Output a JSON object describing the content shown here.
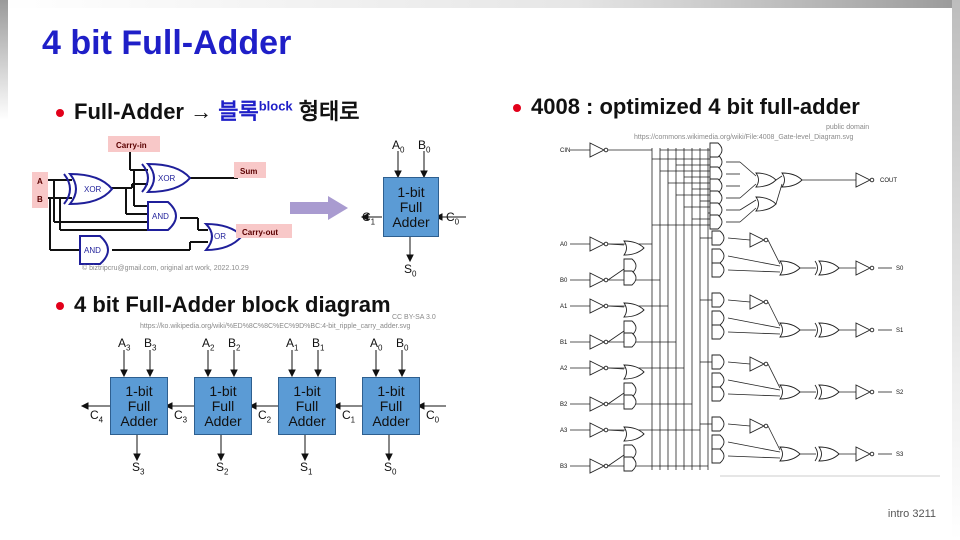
{
  "title": "4 bit Full-Adder",
  "bullet1": {
    "text": "Full-Adder → ",
    "korean1": "블록",
    "sup": "block",
    "korean2": " 형태로"
  },
  "bullet2": {
    "text": "4 bit Full-Adder block diagram"
  },
  "bullet3": {
    "text": "4008 : optimized 4 bit full-adder"
  },
  "circuit": {
    "carry_in": "Carry-in",
    "sum": "Sum",
    "carry_out": "Carry-out",
    "input_a": "A",
    "input_b": "B",
    "xor1": "XOR",
    "xor2": "XOR",
    "and1": "AND",
    "and2": "AND",
    "or": "OR",
    "credit": "© biztripcru@gmail.com, original art work, 2022.10.29"
  },
  "single_block": {
    "label": "1-bit\nFull\nAdder",
    "a": "A",
    "b": "B",
    "s": "S",
    "cin": "C",
    "cout": "C",
    "idx_a": "0",
    "idx_b": "0",
    "idx_s": "0",
    "idx_cin": "0",
    "idx_cout": "1"
  },
  "chain": {
    "license": "CC BY-SA 3.0",
    "url": "https://ko.wikipedia.org/wiki/%ED%8C%8C%EC%9D%BC:4-bit_ripple_carry_adder.svg",
    "block_label": "1-bit\nFull\nAdder",
    "stages": [
      "3",
      "2",
      "1",
      "0"
    ],
    "carries": [
      "4",
      "3",
      "2",
      "1",
      "0"
    ]
  },
  "ic4008": {
    "license": "public domain",
    "url": "https://commons.wikimedia.org/wiki/File:4008_Gate-level_Diagram.svg",
    "cin": "C",
    "cin_sub": "IN",
    "cout": "C",
    "cout_sub": "OUT",
    "inputs": [
      [
        "A",
        "0"
      ],
      [
        "B",
        "0"
      ],
      [
        "A",
        "1"
      ],
      [
        "B",
        "1"
      ],
      [
        "A",
        "2"
      ],
      [
        "B",
        "2"
      ],
      [
        "A",
        "3"
      ],
      [
        "B",
        "3"
      ]
    ],
    "outputs": [
      [
        "S",
        "0"
      ],
      [
        "S",
        "1"
      ],
      [
        "S",
        "2"
      ],
      [
        "S",
        "3"
      ]
    ]
  },
  "footer": "intro  3211",
  "colors": {
    "title": "#1f1fc8",
    "bullet_dot": "#e2001a",
    "label_bg": "#f8c8c8",
    "block": "#5b9bd5",
    "gate": "#1f1f9a",
    "arrow": "#a99bd0"
  }
}
